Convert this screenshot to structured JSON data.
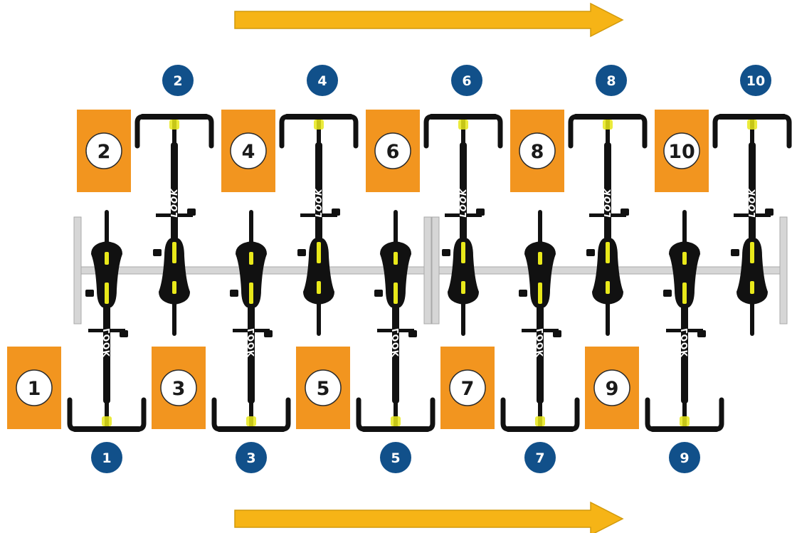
{
  "top_row": {
    "box_labels": [
      "2",
      "4",
      "6",
      "8",
      "10"
    ],
    "badge_labels": [
      "2",
      "4",
      "6",
      "8",
      "10"
    ]
  },
  "bottom_row": {
    "box_labels": [
      "1",
      "3",
      "5",
      "7",
      "9"
    ],
    "badge_labels": [
      "1",
      "3",
      "5",
      "7",
      "9"
    ]
  },
  "bike_brand": "LOOK",
  "colors": {
    "arrow": "#f6b416",
    "arrow_outline": "#d29a0c",
    "box": "#f2951f",
    "badge": "#11508a",
    "rail": "#d6d6d6",
    "rail_outline": "#a9a9a9",
    "bike": "#111111",
    "accent": "#e8e81a"
  }
}
